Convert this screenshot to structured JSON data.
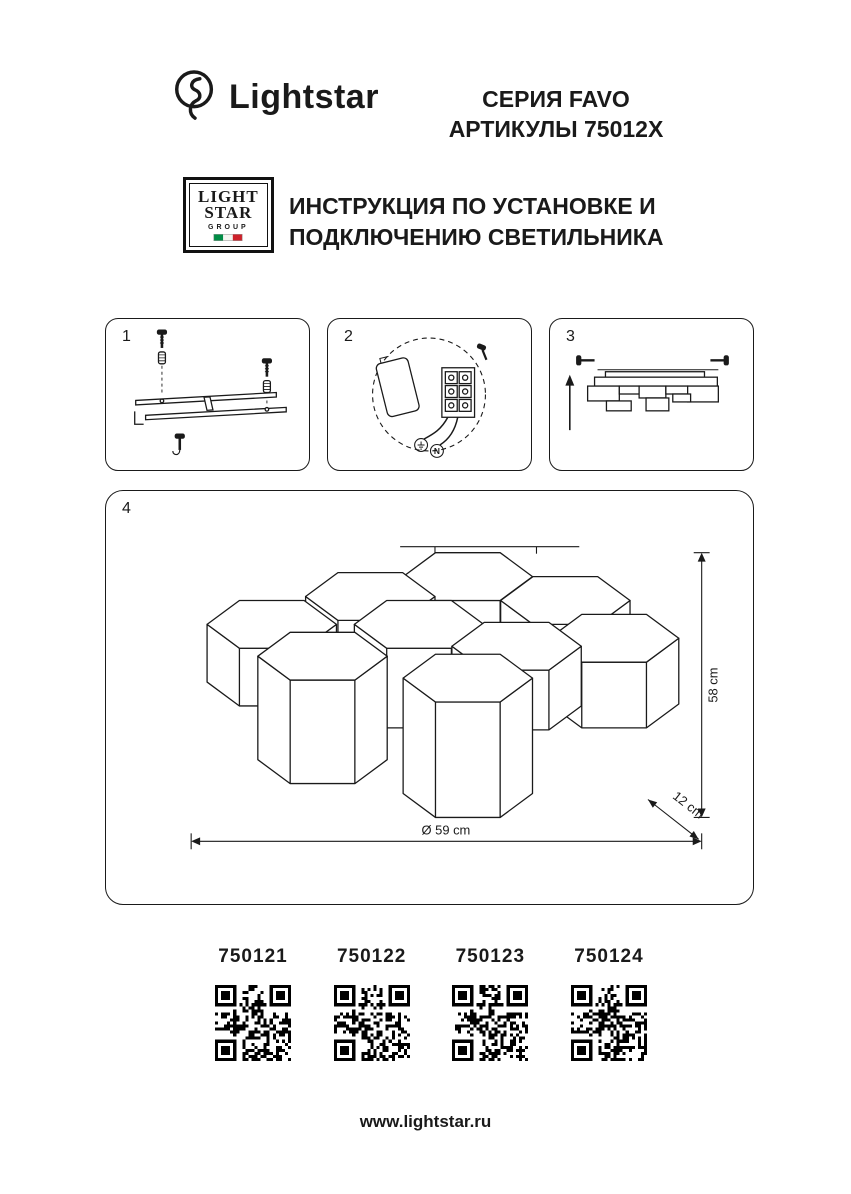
{
  "header": {
    "brand": "Lightstar",
    "series": "СЕРИЯ FAVO",
    "articles": "АРТИКУЛЫ 75012X"
  },
  "logo_badge": {
    "line1": "LIGHT",
    "line2": "STAR",
    "line3": "GROUP",
    "flag_colors": [
      "#008C45",
      "#F4F5F0",
      "#CD212A"
    ]
  },
  "title": {
    "line1": "ИНСТРУКЦИЯ ПО УСТАНОВКЕ И",
    "line2": "ПОДКЛЮЧЕНИЮ СВЕТИЛЬНИКА"
  },
  "steps": {
    "s1": "1",
    "s2": "2",
    "s3": "3",
    "s4": "4"
  },
  "diagram": {
    "height": "58 cm",
    "diameter": "Ø 59 cm",
    "depth": "12 cm"
  },
  "articles": {
    "items": [
      "750121",
      "750122",
      "750123",
      "750124"
    ]
  },
  "footer": {
    "website": "www.lightstar.ru"
  }
}
